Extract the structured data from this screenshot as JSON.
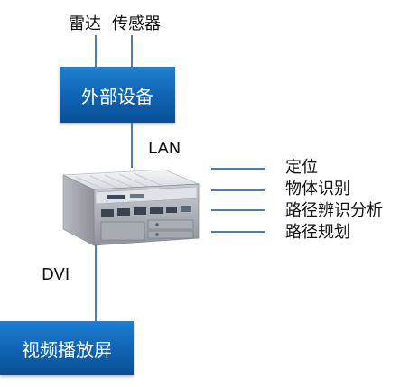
{
  "top_inputs": {
    "radar": "雷达",
    "sensor": "传感器"
  },
  "external_box": {
    "label": "外部设备"
  },
  "lan_label": "LAN",
  "dvi_label": "DVI",
  "display_box": {
    "label": "视频播放屏"
  },
  "functions": [
    "定位",
    "物体识别",
    "路径辨识分析",
    "路径规划"
  ],
  "colors": {
    "box_blue": "#1570c4",
    "connector_line": "#4a7fb3"
  }
}
